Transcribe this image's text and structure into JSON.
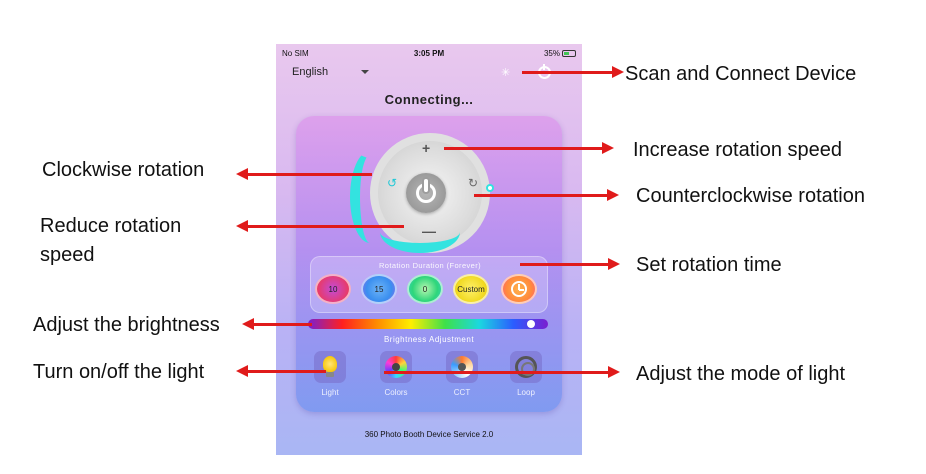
{
  "status_bar": {
    "carrier": "No SIM",
    "wifi_icon": "wifi-icon",
    "time": "3:05 PM",
    "right_icons": "⇗ ◉",
    "battery_text": "35%"
  },
  "header": {
    "language": "English",
    "bluetooth_icon": "bluetooth-icon",
    "power_icon": "power-icon",
    "title": "Connecting..."
  },
  "dial": {
    "plus_label": "+",
    "minus_label": "—",
    "cw_icon": "clockwise-icon",
    "ccw_icon": "counterclockwise-icon",
    "power_icon": "power-icon"
  },
  "rotation_duration": {
    "title": "Rotation Duration (Forever)",
    "buttons": [
      "10",
      "15",
      "0",
      "Custom"
    ],
    "timer_icon": "clock-icon"
  },
  "brightness": {
    "label": "Brightness Adjustment",
    "level": 0.95
  },
  "modes": [
    {
      "label": "Light",
      "icon": "bulb-icon"
    },
    {
      "label": "Colors",
      "icon": "color-wheel-icon"
    },
    {
      "label": "CCT",
      "icon": "cct-icon"
    },
    {
      "label": "Loop",
      "icon": "loop-icon"
    }
  ],
  "footer": "360 Photo Booth Device Service 2.0",
  "annotations": {
    "scan_connect": "Scan and Connect Device",
    "increase_speed": "Increase rotation speed",
    "clockwise": "Clockwise rotation",
    "counterclockwise": "Counterclockwise rotation",
    "reduce_speed_line1": "Reduce rotation",
    "reduce_speed_line2": "speed",
    "set_time": "Set rotation time",
    "adjust_brightness": "Adjust the brightness",
    "turn_on_off": "Turn on/off the light",
    "adjust_mode": "Adjust the mode of light"
  },
  "colors": {
    "arrow": "#e01b1b",
    "accent_cyan": "#33e3e0"
  }
}
